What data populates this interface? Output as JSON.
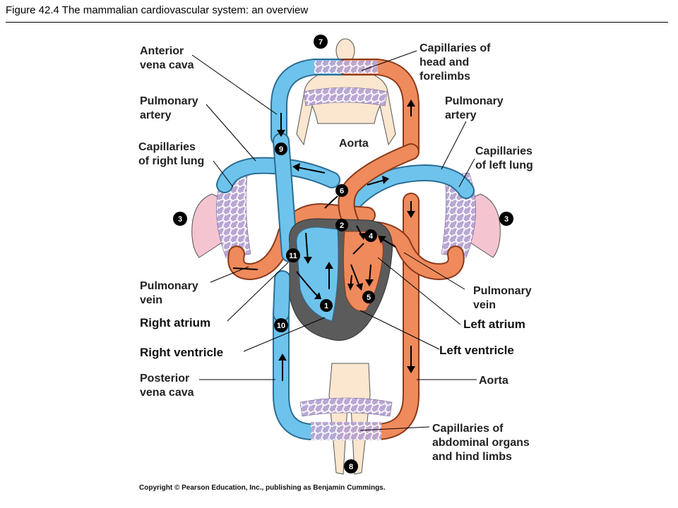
{
  "figure": {
    "title": "Figure 42.4  The mammalian cardiovascular system: an overview",
    "copyright": "Copyright © Pearson Education, Inc., publishing as Benjamin Cummings."
  },
  "labels": {
    "anterior_vena_cava": [
      "Anterior",
      "vena cava"
    ],
    "pulmonary_artery_left": [
      "Pulmonary",
      "artery"
    ],
    "capillaries_right_lung": [
      "Capillaries",
      "of right lung"
    ],
    "pulmonary_vein_left": [
      "Pulmonary",
      "vein"
    ],
    "right_atrium": "Right atrium",
    "right_ventricle": "Right ventricle",
    "posterior_vena_cava": [
      "Posterior",
      "vena cava"
    ],
    "capillaries_head": [
      "Capillaries of",
      "head and",
      "forelimbs"
    ],
    "pulmonary_artery_right": [
      "Pulmonary",
      "artery"
    ],
    "aorta_top": "Aorta",
    "capillaries_left_lung": [
      "Capillaries",
      "of left lung"
    ],
    "pulmonary_vein_right": [
      "Pulmonary",
      "vein"
    ],
    "left_atrium": "Left atrium",
    "left_ventricle": "Left ventricle",
    "aorta_bottom": "Aorta",
    "capillaries_abdominal": [
      "Capillaries of",
      "abdominal organs",
      "and hind limbs"
    ]
  },
  "steps": [
    "1",
    "2",
    "3",
    "3",
    "4",
    "5",
    "6",
    "7",
    "8",
    "9",
    "10",
    "11"
  ],
  "colors": {
    "deoxygenated": "#6ec3ec",
    "oxygenated": "#ef8a5c",
    "capillary": "#b9a7d4",
    "heart_wall": "#555555",
    "lung": "#f4c5d1",
    "skin": "#fbe6cf"
  }
}
